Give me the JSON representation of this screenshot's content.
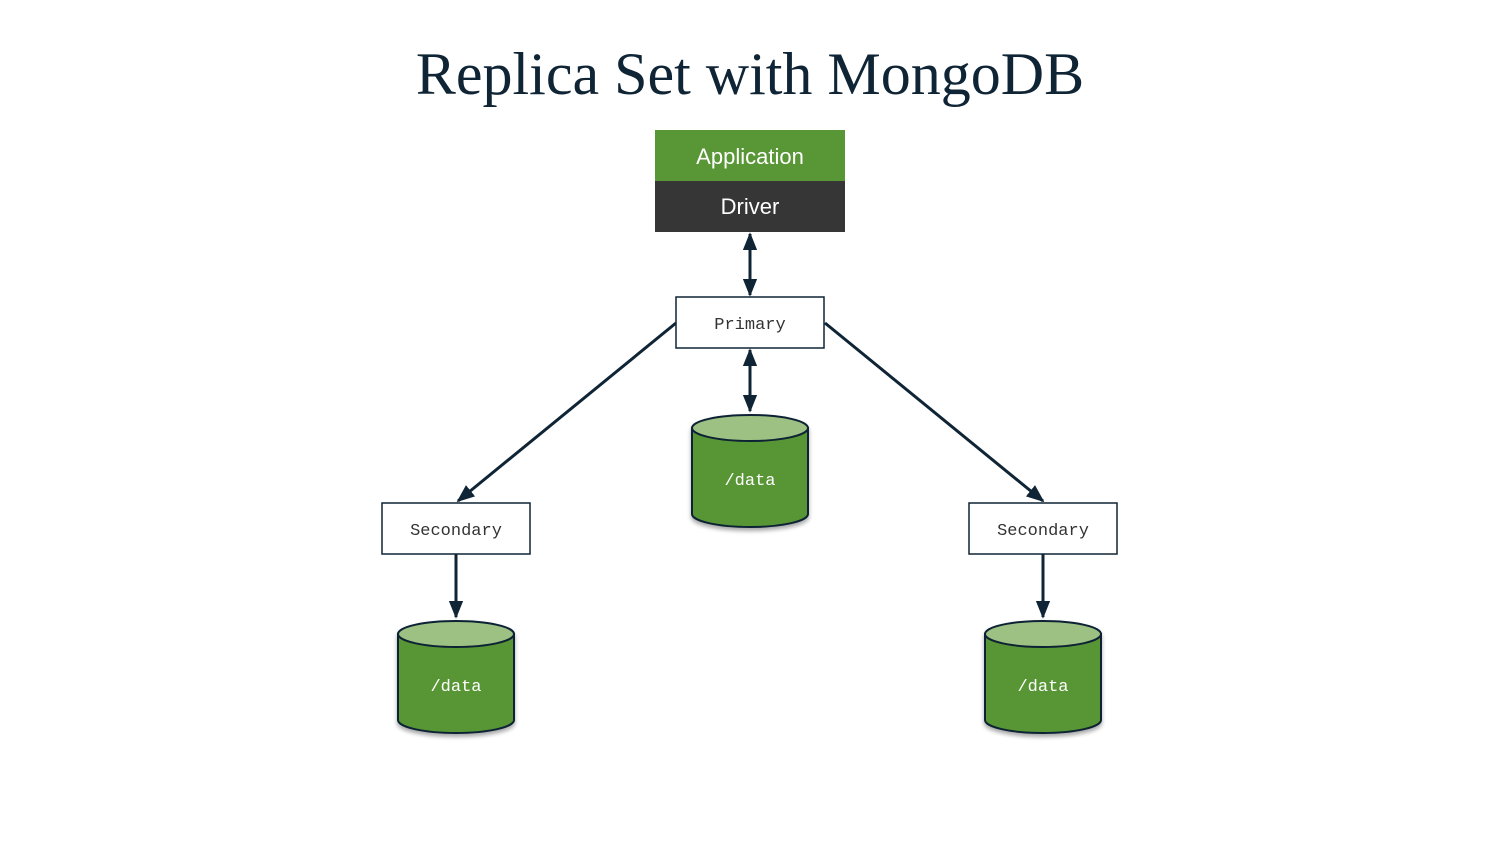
{
  "title": "Replica Set with MongoDB",
  "application": {
    "app_label": "Application",
    "driver_label": "Driver",
    "app_color": "#589636",
    "driver_color": "#363636"
  },
  "primary": {
    "label": "Primary"
  },
  "secondaries": [
    {
      "label": "Secondary"
    },
    {
      "label": "Secondary"
    }
  ],
  "data_stores": {
    "primary": {
      "label": "/data"
    },
    "secondary_left": {
      "label": "/data"
    },
    "secondary_right": {
      "label": "/data"
    }
  },
  "colors": {
    "title": "#0f2434",
    "arrow": "#0f2434",
    "cylinder_body": "#589636",
    "cylinder_top": "#9dc183",
    "cylinder_stroke": "#0f2434"
  }
}
